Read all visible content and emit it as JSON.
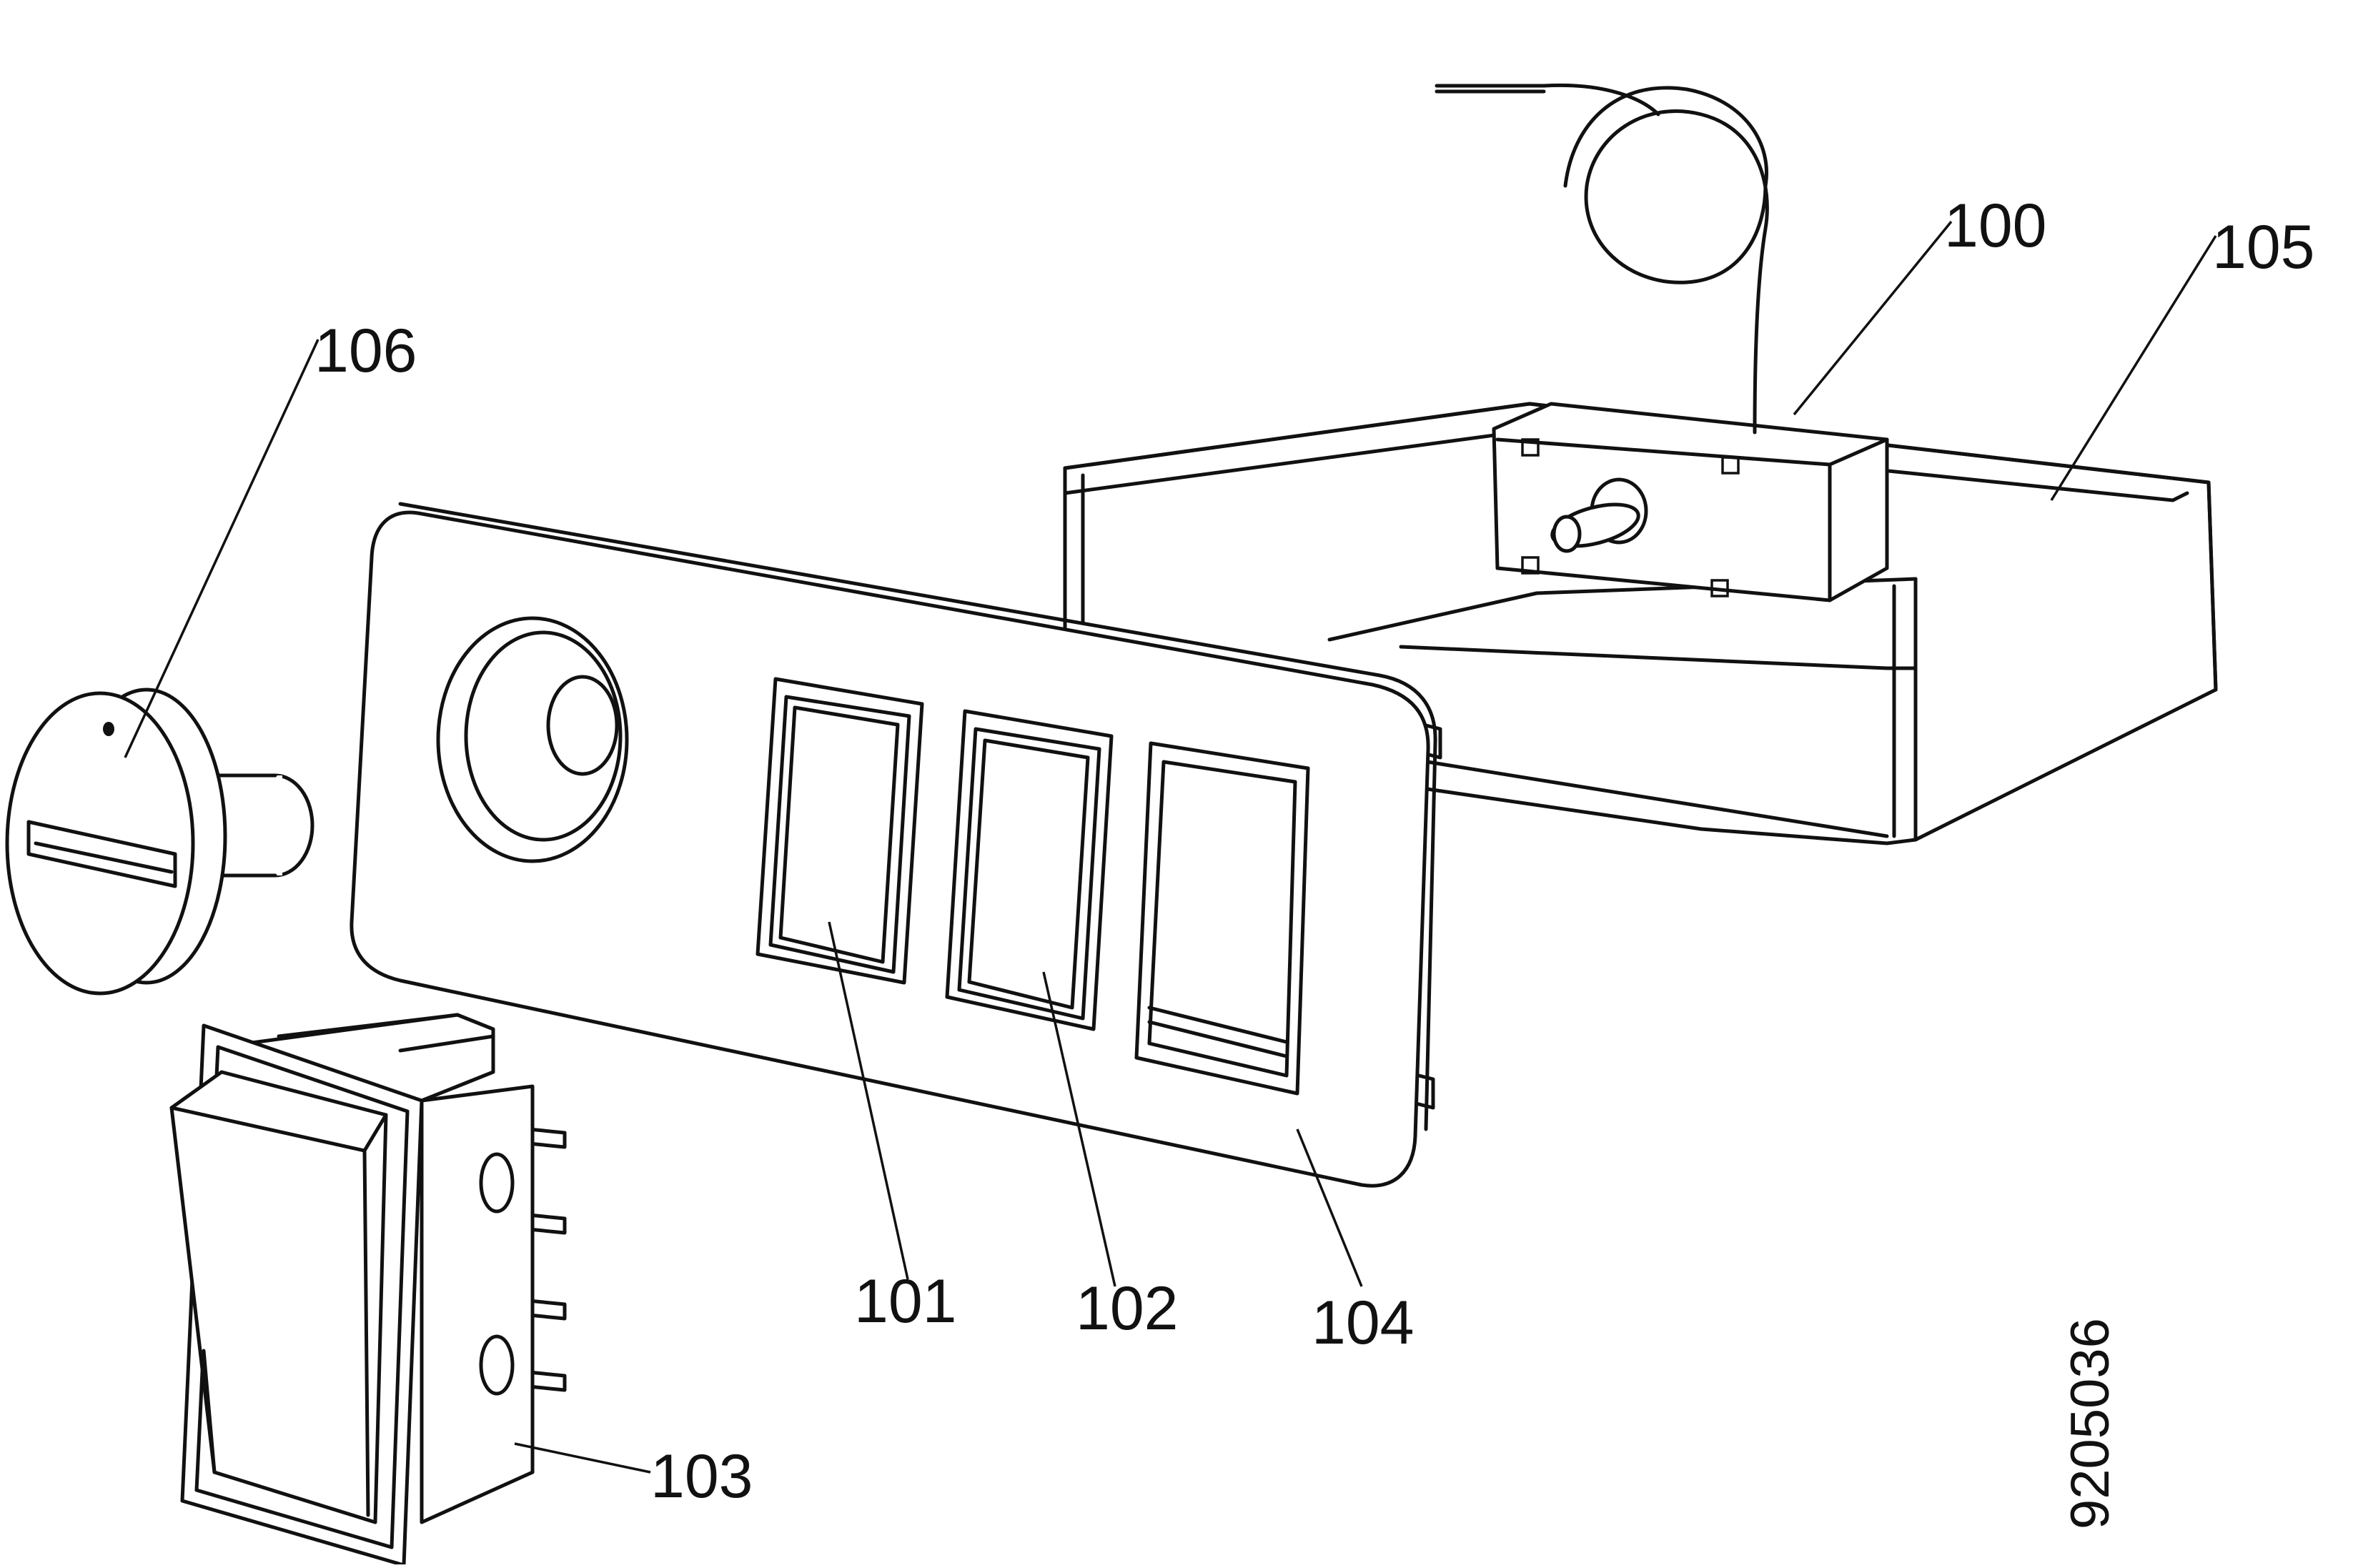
{
  "figure": {
    "labels": {
      "l100": "100",
      "l101": "101",
      "l102": "102",
      "l103": "103",
      "l104": "104",
      "l105": "105",
      "l106": "106"
    },
    "side_code": "9205036"
  },
  "colors": {
    "line": "#111111",
    "background": "#ffffff"
  }
}
